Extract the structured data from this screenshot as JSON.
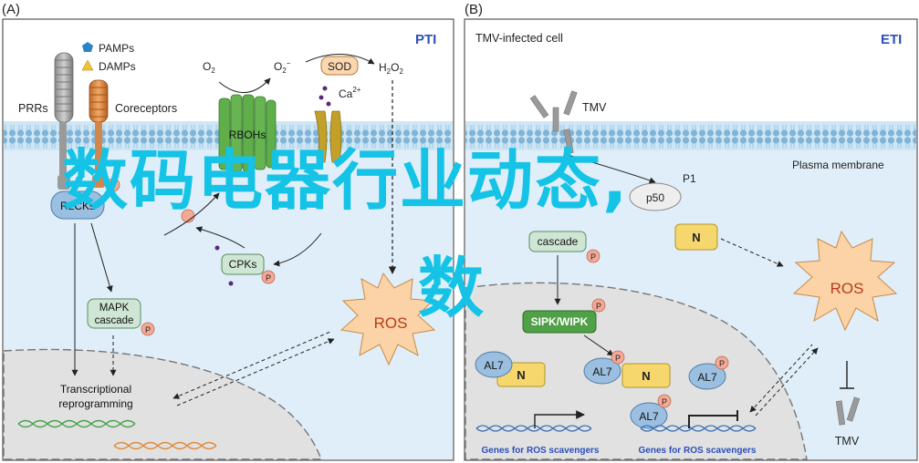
{
  "panelA": {
    "label": "(A)",
    "tag": "PTI",
    "legend": {
      "pamps": "PAMPs",
      "damps": "DAMPs"
    },
    "prrs": "PRRs",
    "coreceptors": "Coreceptors",
    "o2": "O",
    "o2_sub": "2",
    "o2m": "O",
    "o2m_sub": "2",
    "o2m_sup": "−",
    "sod": "SOD",
    "h2o2": "H",
    "h2o2_sub1": "2",
    "h2o2_o": "O",
    "h2o2_sub2": "2",
    "ca": "Ca",
    "ca_sup": "2+",
    "rboh": "RBOHs",
    "rlck": "RLCKs",
    "p": "P",
    "cpks": "CPKs",
    "mapk1": "MAPK",
    "mapk2": "cascade",
    "ros": "ROS",
    "tr1": "Transcriptional",
    "tr2": "reprogramming"
  },
  "panelB": {
    "label": "(B)",
    "title": "TMV-infected cell",
    "tag": "ETI",
    "tmv": "TMV",
    "plasma": "Plasma membrane",
    "p50": "p50",
    "p1": "P1",
    "n": "N",
    "cascade": "cascade",
    "p": "P",
    "sipk": "SIPK/WIPK",
    "al7": "AL7",
    "ros": "ROS",
    "genes": "Genes for ROS scavengers",
    "tmv2": "TMV"
  },
  "banner": {
    "line1": "数码电器行业动态,",
    "line2": "数"
  },
  "colors": {
    "cyto": "#dfeef8",
    "nucleus": "#e1e1e1",
    "membrane": "#b8d9ef",
    "rboh": "#5fae4a",
    "sipk": "#4fa046",
    "ros": "#fbd3a6",
    "n_box": "#f5d76e",
    "al7": "#9bbfe0",
    "p_dot": "#f4a996",
    "banner": "#14c3e6"
  }
}
